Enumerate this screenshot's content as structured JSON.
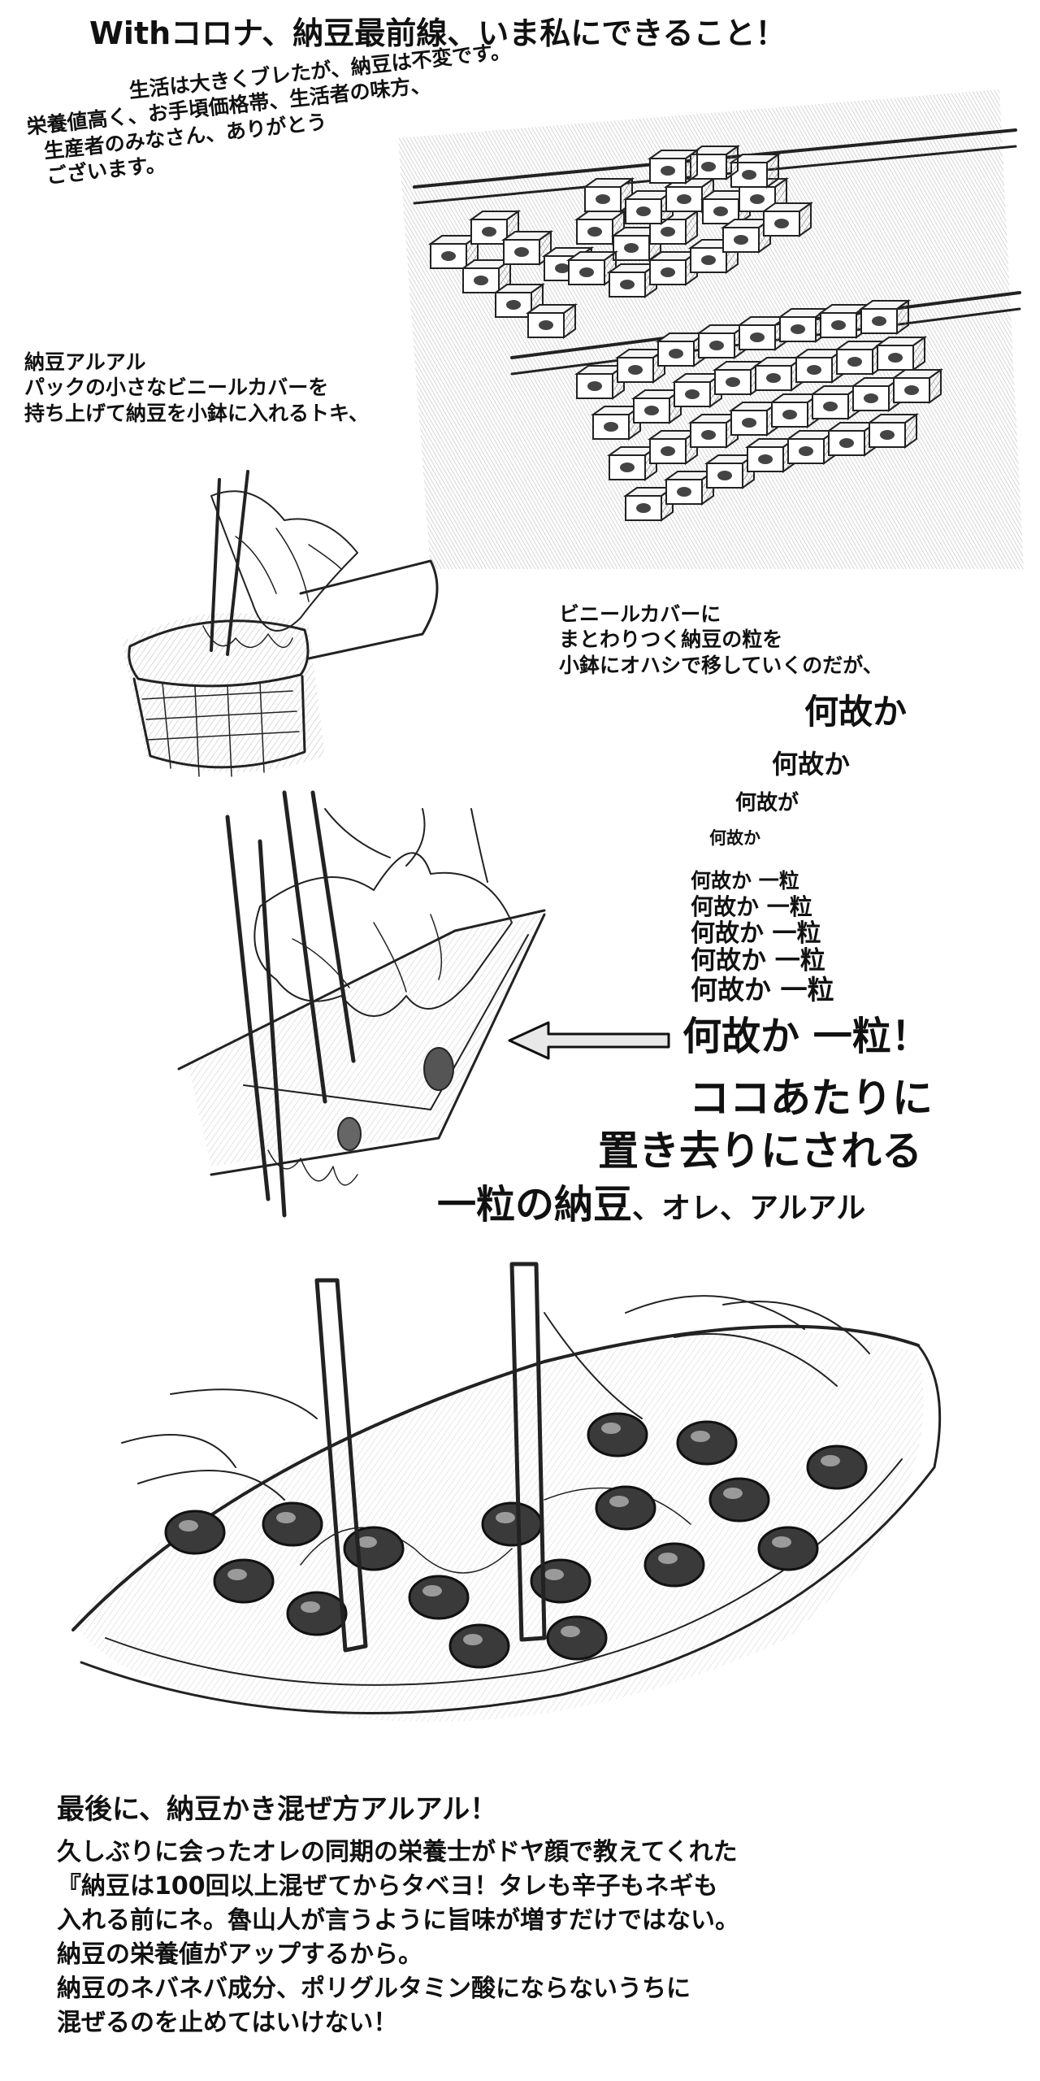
{
  "title": "Withコロナ、納豆最前線、いま私にできること！",
  "intro": {
    "lines": [
      "生活は大きくブレたが、納豆は不変です。",
      "栄養値高く、お手頃価格帯、生活者の味方、",
      "生産者のみなさん、ありがとう",
      "ございます。"
    ]
  },
  "aruaru": {
    "lines": [
      "納豆アルアル",
      "パックの小さなビニールカバーを",
      "持ち上げて納豆を小鉢に入れるトキ、"
    ]
  },
  "cover": {
    "lines": [
      "ビニールカバーに",
      "まとわりつく納豆の粒を",
      "小鉢にオハシで移していくのだが、"
    ]
  },
  "naze": {
    "a1": "何故か",
    "a2": "何故か",
    "a3": "何故が",
    "a4": "何故か",
    "b1": "何故か 一粒",
    "b2": "何故か 一粒",
    "b3": "何故か 一粒",
    "b4": "何故か 一粒",
    "b5": "何故か 一粒",
    "b6": "何故か 一粒！"
  },
  "leftover": {
    "line1": "ココあたりに",
    "line2": "置き去りにされる",
    "line3_big": "一粒の納豆",
    "line3_small": "、オレ、アルアル"
  },
  "closing": {
    "heading": "最後に、納豆かき混ぜ方アルアル！",
    "lines": [
      "久しぶりに会ったオレの同期の栄養士がドヤ顔で教えてくれた",
      "『納豆は100回以上混ぜてからタベヨ！タレも辛子もネギも",
      "入れる前にネ。魯山人が言うように旨味が増すだけではない。",
      "納豆の栄養値がアップするから。",
      "納豆のネバネバ成分、ポリグルタミン酸にならないうちに",
      "混ぜるのを止めてはいけない！"
    ]
  }
}
